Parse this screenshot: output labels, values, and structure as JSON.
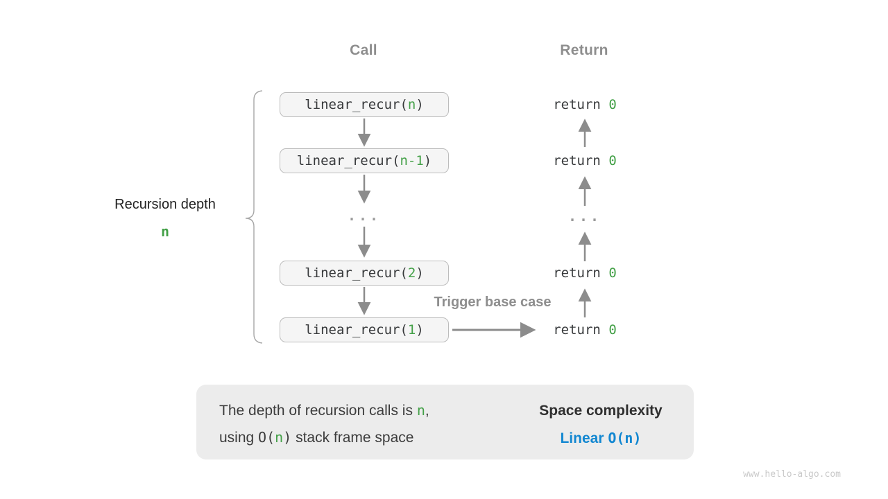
{
  "colors": {
    "green_accent": "#43a047",
    "blue_accent": "#1287d1",
    "gray_label": "#8e8e8e",
    "arrow_gray": "#8c8c8c",
    "box_fill": "#f5f5f5",
    "box_border": "#bcbcbc",
    "panel_bg": "#ececec"
  },
  "headers": {
    "call": "Call",
    "return": "Return"
  },
  "depth_label": {
    "text": "Recursion depth",
    "value": "n"
  },
  "call_column": {
    "rows": [
      {
        "pre": "linear_recur(",
        "arg": "n",
        "post": ")"
      },
      {
        "pre": "linear_recur(",
        "arg": "n-1",
        "post": ")"
      },
      {
        "pre": "linear_recur(",
        "arg": "2",
        "post": ")"
      },
      {
        "pre": "linear_recur(",
        "arg": "1",
        "post": ")"
      }
    ],
    "ellipsis": "..."
  },
  "return_column": {
    "rows": [
      {
        "pre": "return ",
        "val": "0"
      },
      {
        "pre": "return ",
        "val": "0"
      },
      {
        "pre": "return ",
        "val": "0"
      },
      {
        "pre": "return ",
        "val": "0"
      }
    ],
    "ellipsis": "..."
  },
  "trigger_label": "Trigger base case",
  "summary": {
    "line1_pre": "The depth of recursion calls is ",
    "line1_arg": "n",
    "line1_post": ",",
    "line2_pre": "using ",
    "line2_code_pre": "O(",
    "line2_code_arg": "n",
    "line2_code_post": ")",
    "line2_post": " stack frame space",
    "result_title": "Space complexity",
    "result_pre": "Linear ",
    "result_code_pre": "O(",
    "result_code_arg": "n",
    "result_code_post": ")"
  },
  "watermark": "www.hello-algo.com"
}
